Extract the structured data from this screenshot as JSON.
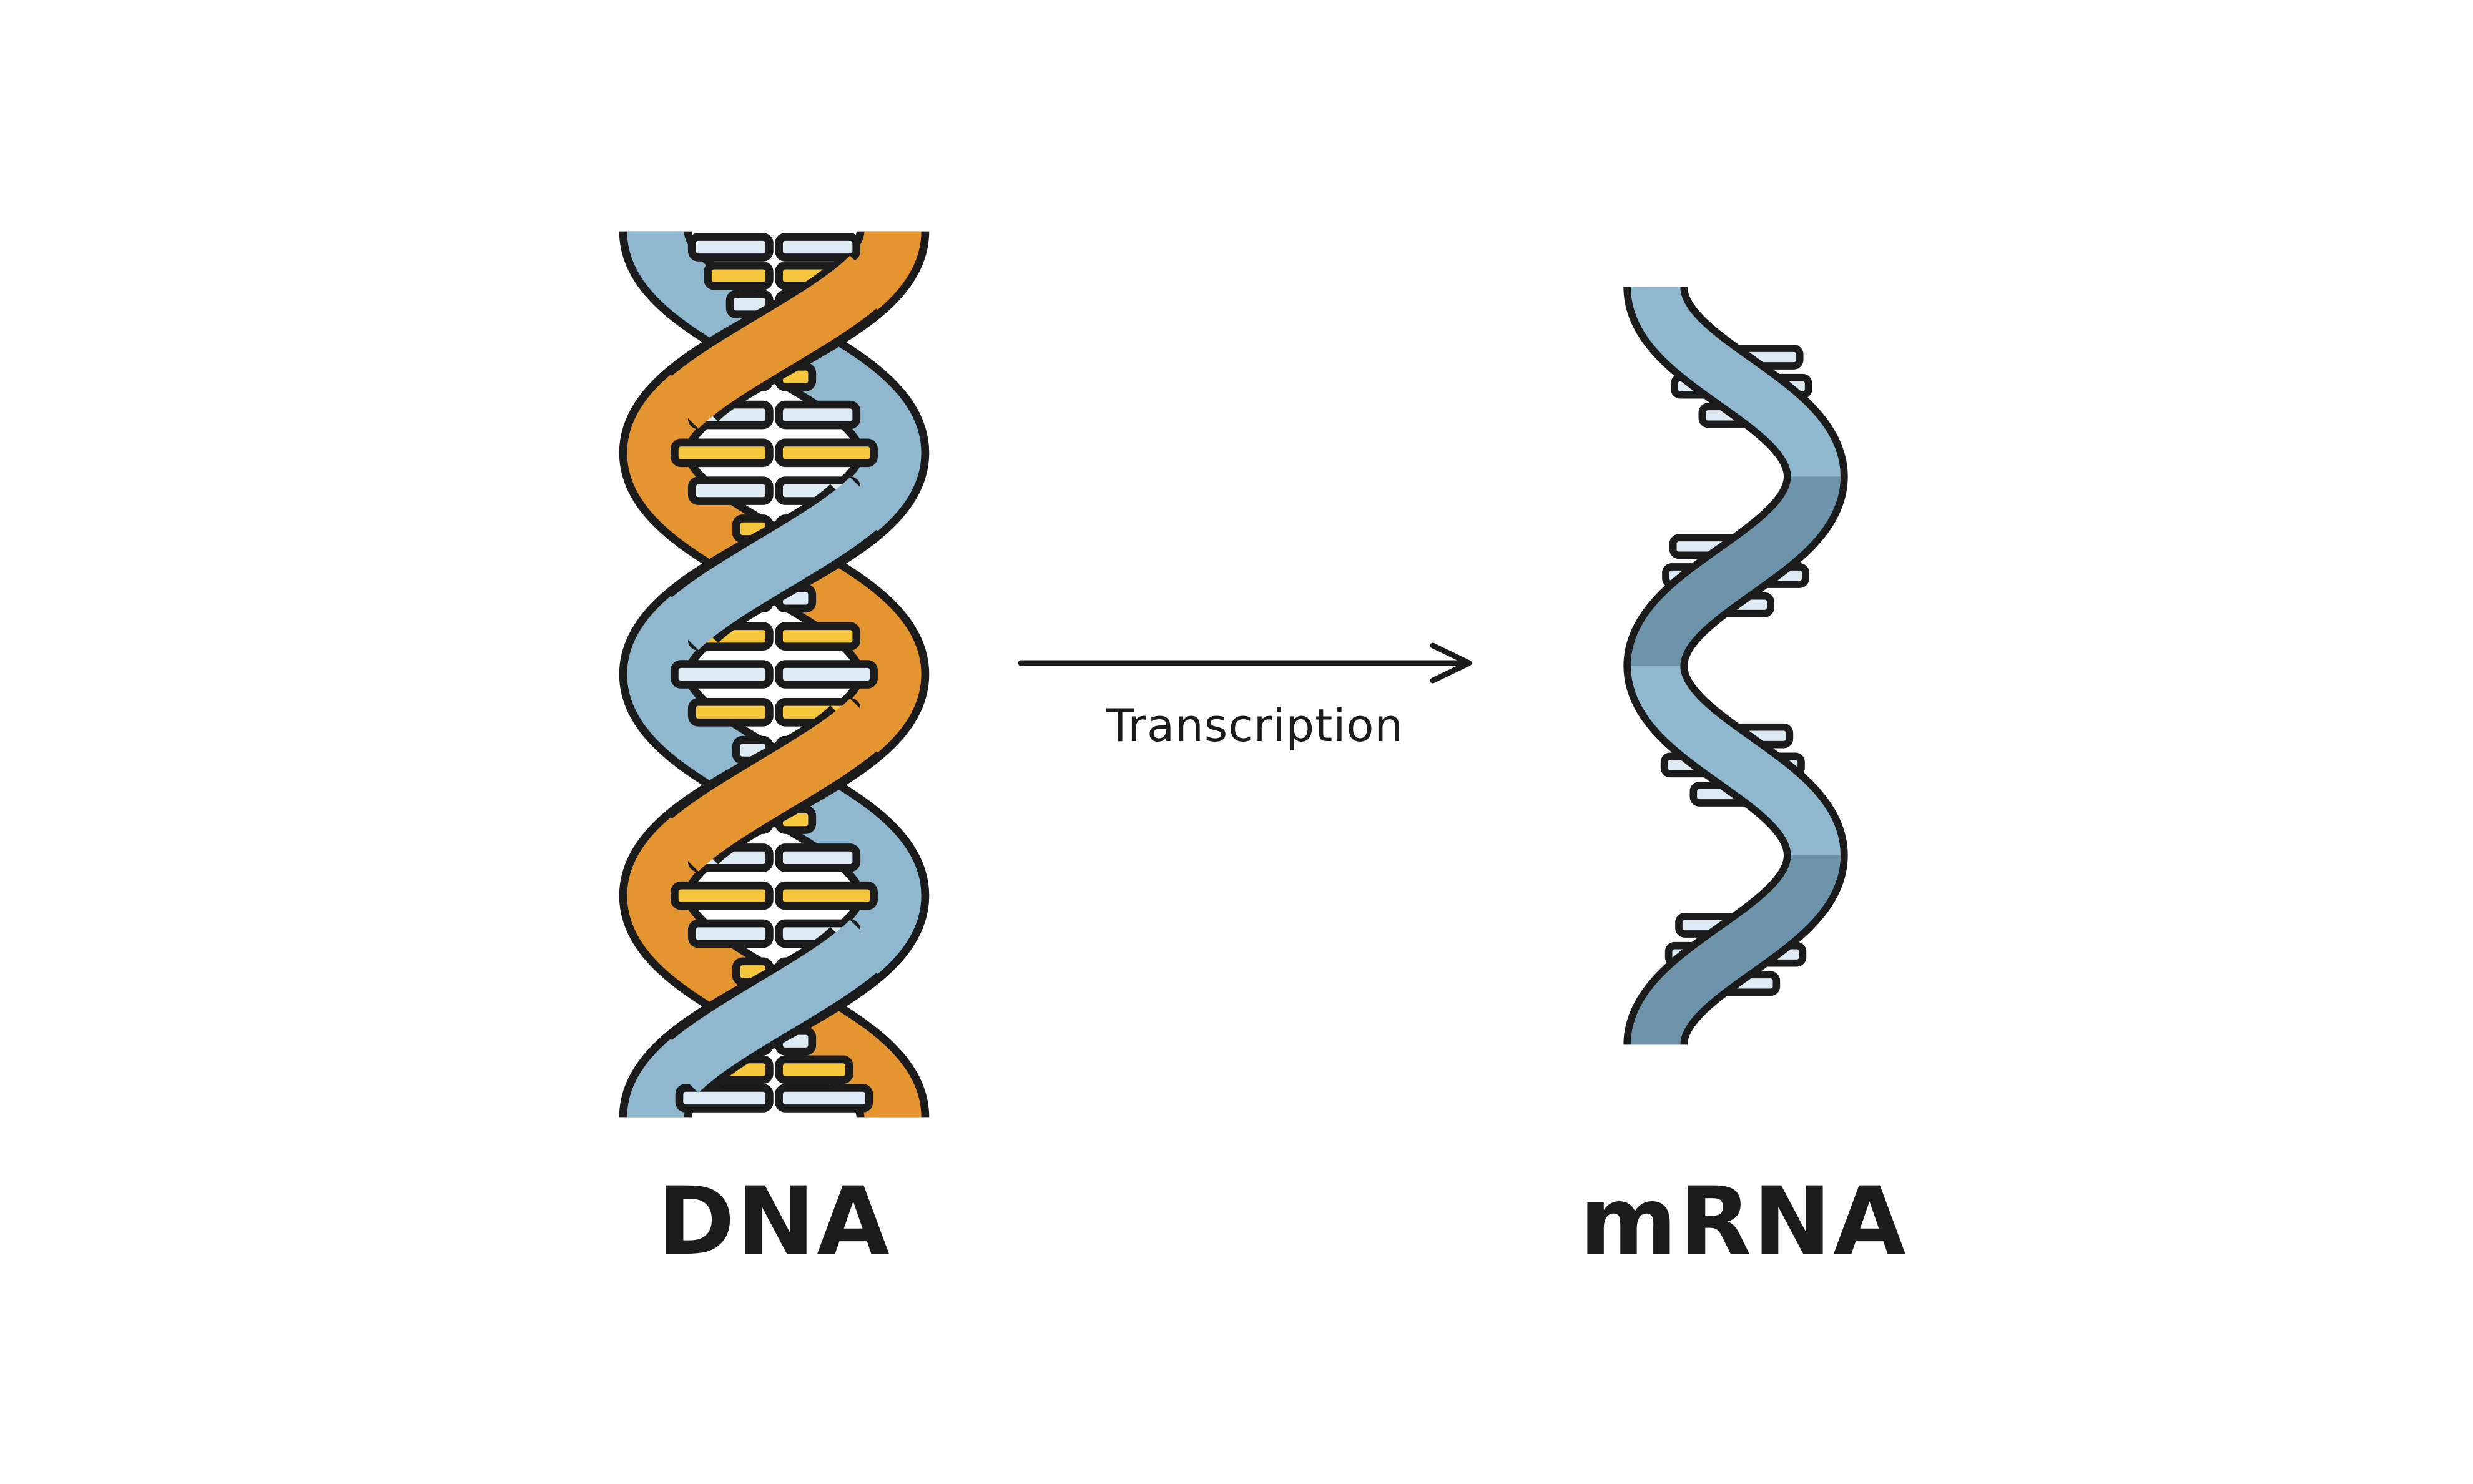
{
  "figure": {
    "type": "biology-process-diagram",
    "left_structure": {
      "label": "DNA",
      "kind": "double-helix"
    },
    "process_arrow": {
      "label": "Transcription",
      "direction": "right"
    },
    "right_structure": {
      "label": "mRNA",
      "kind": "single-strand-helix"
    },
    "colors": {
      "background": "#ffffff",
      "outline": "#1b1b1b",
      "text": "#1b1b1b",
      "blue_strand": "#8fb7ce",
      "blue_strand_dark": "#6d93ab",
      "orange_strand": "#e5952f",
      "yellow_rung": "#f6c63d",
      "pale_rung": "#dcebf3"
    }
  }
}
